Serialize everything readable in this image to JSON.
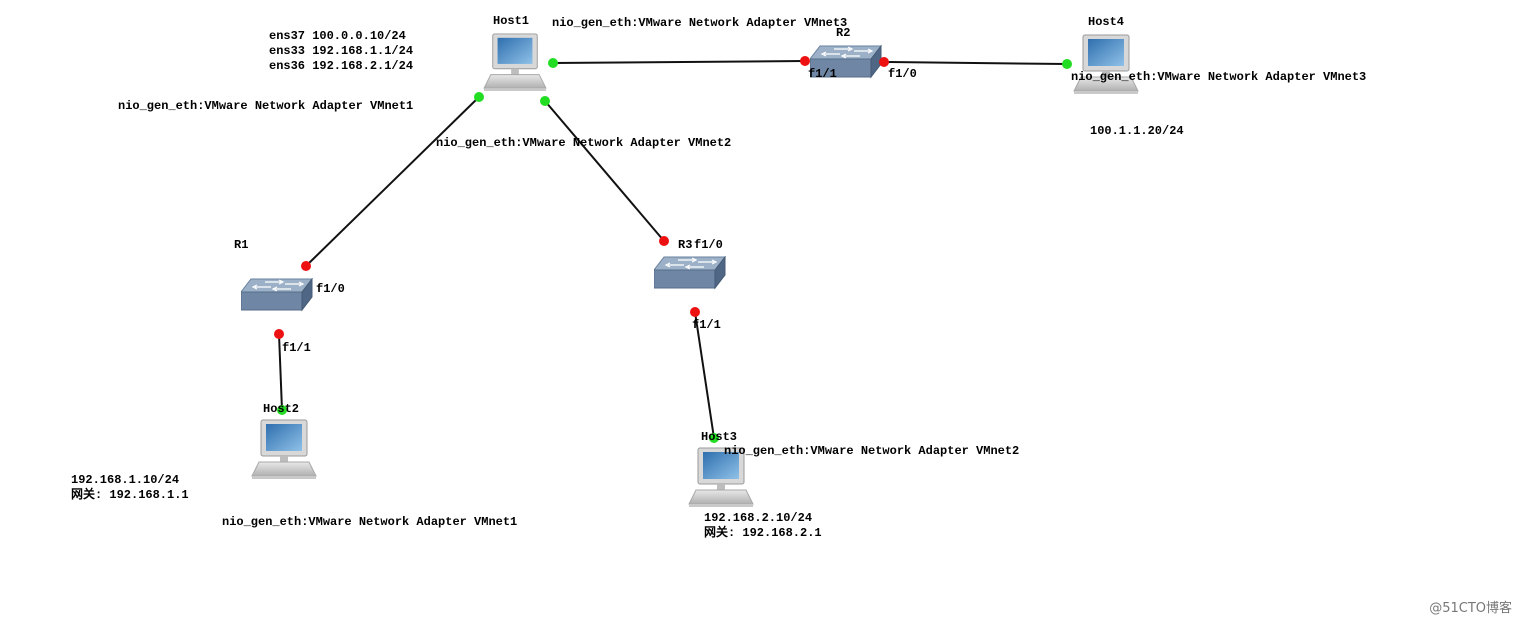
{
  "nodes": {
    "host1": {
      "name": "Host1",
      "interfaces": [
        "ens37 100.0.0.10/24",
        "ens33 192.168.1.1/24",
        "ens36 192.168.2.1/24"
      ]
    },
    "host2": {
      "name": "Host2",
      "ip": "192.168.1.10/24",
      "gateway": "网关: 192.168.1.1"
    },
    "host3": {
      "name": "Host3",
      "ip": "192.168.2.10/24",
      "gateway": "网关: 192.168.2.1"
    },
    "host4": {
      "name": "Host4",
      "ip": "100.1.1.20/24"
    },
    "r1": {
      "name": "R1"
    },
    "r2": {
      "name": "R2"
    },
    "r3": {
      "name": "R3"
    }
  },
  "links": {
    "host1_r1": {
      "host1_end": "nio_gen_eth:VMware Network Adapter VMnet1",
      "r1_port": "f1/0"
    },
    "host1_r2": {
      "host1_end": "nio_gen_eth:VMware Network Adapter VMnet3",
      "r2_port": "f1/1"
    },
    "host1_r3": {
      "host1_end": "nio_gen_eth:VMware Network Adapter VMnet2",
      "r3_port": "f1/0"
    },
    "r1_host2": {
      "r1_port": "f1/1",
      "host2_end": "nio_gen_eth:VMware Network Adapter VMnet1"
    },
    "r2_host4": {
      "r2_port": "f1/0",
      "host4_end": "nio_gen_eth:VMware Network Adapter VMnet3"
    },
    "r3_host3": {
      "r3_port": "f1/1",
      "host3_end": "nio_gen_eth:VMware Network Adapter VMnet2"
    }
  },
  "colors": {
    "host_end": "#22dd22",
    "router_end": "#ee1111",
    "link": "#111111",
    "switch_top": "#8fa6c0",
    "switch_side": "#5f7894"
  },
  "watermark": "@51CTO博客"
}
